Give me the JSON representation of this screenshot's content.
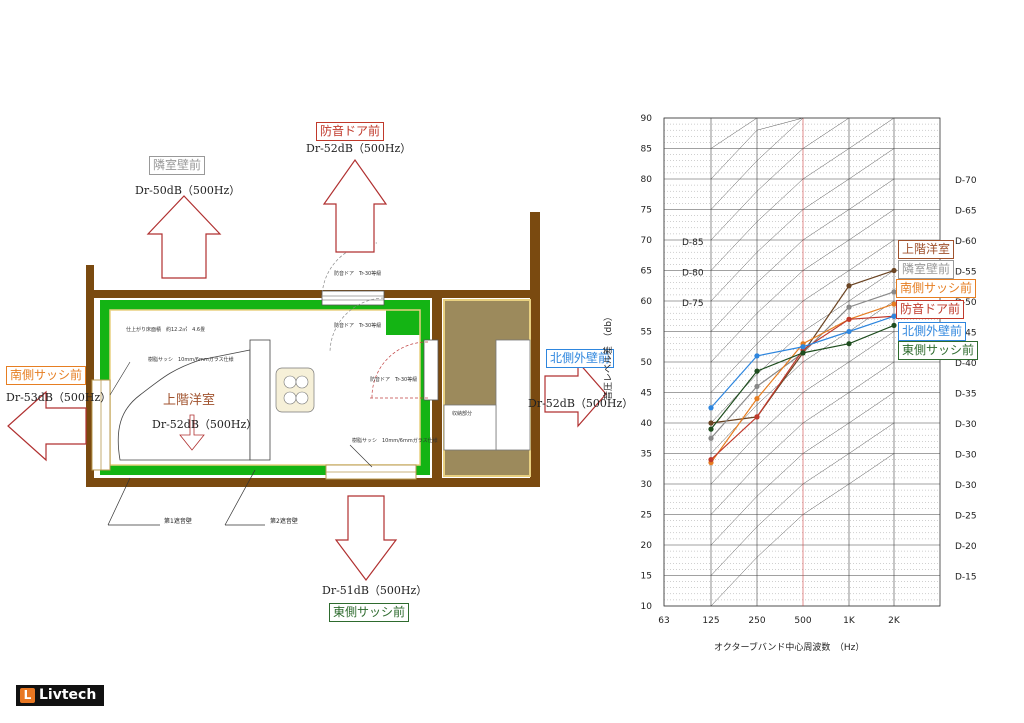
{
  "floorplan": {
    "rooms": {
      "upper_room": "上階洋室",
      "upper_room_dr": "Dr-52dB（500Hz）"
    },
    "measurements": [
      {
        "name": "防音ドア前",
        "dr": "Dr-52dB（500Hz）",
        "color": "#c0392b"
      },
      {
        "name": "隣室壁前",
        "dr": "Dr-50dB（500Hz）",
        "color": "#999999"
      },
      {
        "name": "南側サッシ前",
        "dr": "Dr-53dB（500Hz）",
        "color": "#e67e22"
      },
      {
        "name": "北側外壁前",
        "dr": "Dr-52dB（500Hz）",
        "color": "#2e86de"
      },
      {
        "name": "東側サッシ前",
        "dr": "Dr-51dB（500Hz）",
        "color": "#2e6b2e"
      }
    ],
    "annotations": {
      "first_wall": "第1遮音壁",
      "second_wall": "第2遮音壁",
      "resin_sash_1": "樹脂サッシ　10mm/6mmガラス仕様",
      "resin_sash_2": "樹脂サッシ　10mm/6mmガラス仕様",
      "door_1": "防音ドア　Tr-30等級",
      "door_2": "防音ドア　Tr-30等級",
      "door_3": "防音ドア　Tr-30等級",
      "spec": "仕上がり床面積　約12.2㎡　4.6畳",
      "storage": "収納部分"
    }
  },
  "chart_data": {
    "type": "line",
    "x": [
      "63",
      "125",
      "250",
      "500",
      "1K",
      "2K"
    ],
    "xlabel": "オクターブバンド中心周波数　（Hz）",
    "ylabel": "音圧レベル差　（db）",
    "ylim": [
      10,
      90
    ],
    "yticks": [
      10,
      15,
      20,
      25,
      30,
      35,
      40,
      45,
      50,
      55,
      60,
      65,
      70,
      75,
      80,
      85,
      90
    ],
    "d_right": [
      "D-70",
      "D-65",
      "D-60",
      "D-55",
      "D-50",
      "D-45",
      "D-40",
      "D-35",
      "D-30",
      "D-30",
      "D-30",
      "D-25",
      "D-20",
      "D-15"
    ],
    "d_left": [
      "D-85",
      "D-80",
      "D-75"
    ],
    "series": [
      {
        "name": "上階洋室",
        "color": "#6b4423",
        "values": [
          null,
          40,
          41,
          51.5,
          62.5,
          65
        ]
      },
      {
        "name": "隣室壁前",
        "color": "#888888",
        "values": [
          null,
          37.5,
          46,
          51.5,
          59,
          61.5
        ]
      },
      {
        "name": "南側サッシ前",
        "color": "#e67e22",
        "values": [
          null,
          33.5,
          44,
          53,
          57,
          59.5
        ]
      },
      {
        "name": "防音ドア前",
        "color": "#c0392b",
        "values": [
          null,
          34,
          41,
          52,
          57,
          57.5
        ]
      },
      {
        "name": "北側外壁前",
        "color": "#2e86de",
        "values": [
          null,
          42.5,
          51,
          52.5,
          55,
          57.5
        ]
      },
      {
        "name": "東側サッシ前",
        "color": "#1e4d1e",
        "values": [
          null,
          39,
          48.5,
          51.5,
          53,
          56
        ]
      }
    ],
    "legend_boxes": [
      {
        "name": "上階洋室",
        "color": "#a0522d"
      },
      {
        "name": "隣室壁前",
        "color": "#999999"
      },
      {
        "name": "南側サッシ前",
        "color": "#e67e22"
      },
      {
        "name": "防音ドア前",
        "color": "#c0392b"
      },
      {
        "name": "北側外壁前",
        "color": "#2e86de"
      },
      {
        "name": "東側サッシ前",
        "color": "#2e6b2e"
      }
    ]
  },
  "logo": {
    "text": "Livtech"
  }
}
